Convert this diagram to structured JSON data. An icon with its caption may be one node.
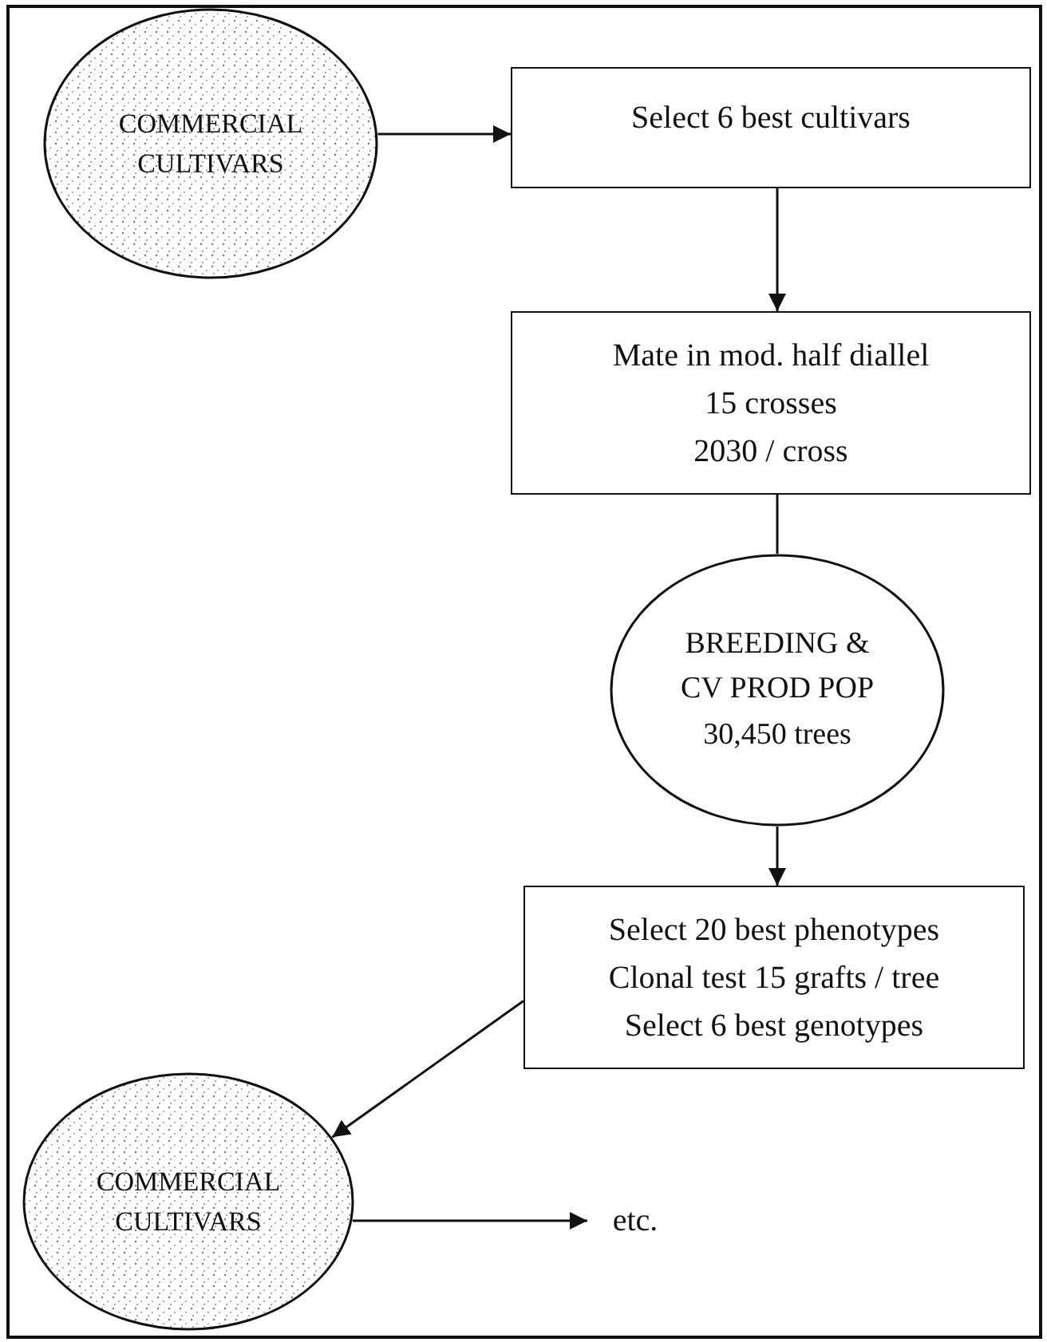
{
  "diagram": {
    "nodes": [
      {
        "text": [
          "COMMERCIAL CULTIVARS"
        ]
      },
      {
        "text": [
          "Select 6 best cultivars"
        ]
      },
      {
        "text": [
          "Mate in mod. half diallel",
          "15 crosses",
          "2030 / cross"
        ]
      },
      {
        "text": [
          "BREEDING & CV PROD POP",
          "30,450 trees"
        ]
      },
      {
        "text": [
          "Select 20 best phenotypes",
          "Clonal test 15 grafts / tree",
          "Select 6 best genotypes"
        ]
      },
      {
        "text": [
          "COMMERCIAL CULTIVARS"
        ]
      },
      {
        "text": [
          "etc."
        ]
      }
    ],
    "edges": [
      {
        "from": 0,
        "to": 1,
        "arrow": "to"
      },
      {
        "from": 1,
        "to": 2,
        "arrow": "to"
      },
      {
        "from": 2,
        "to": 3,
        "arrow": "none"
      },
      {
        "from": 3,
        "to": 4,
        "arrow": "to"
      },
      {
        "from": 4,
        "to": 5,
        "arrow": "to"
      },
      {
        "from": 5,
        "to": 6,
        "arrow": "to"
      }
    ]
  }
}
